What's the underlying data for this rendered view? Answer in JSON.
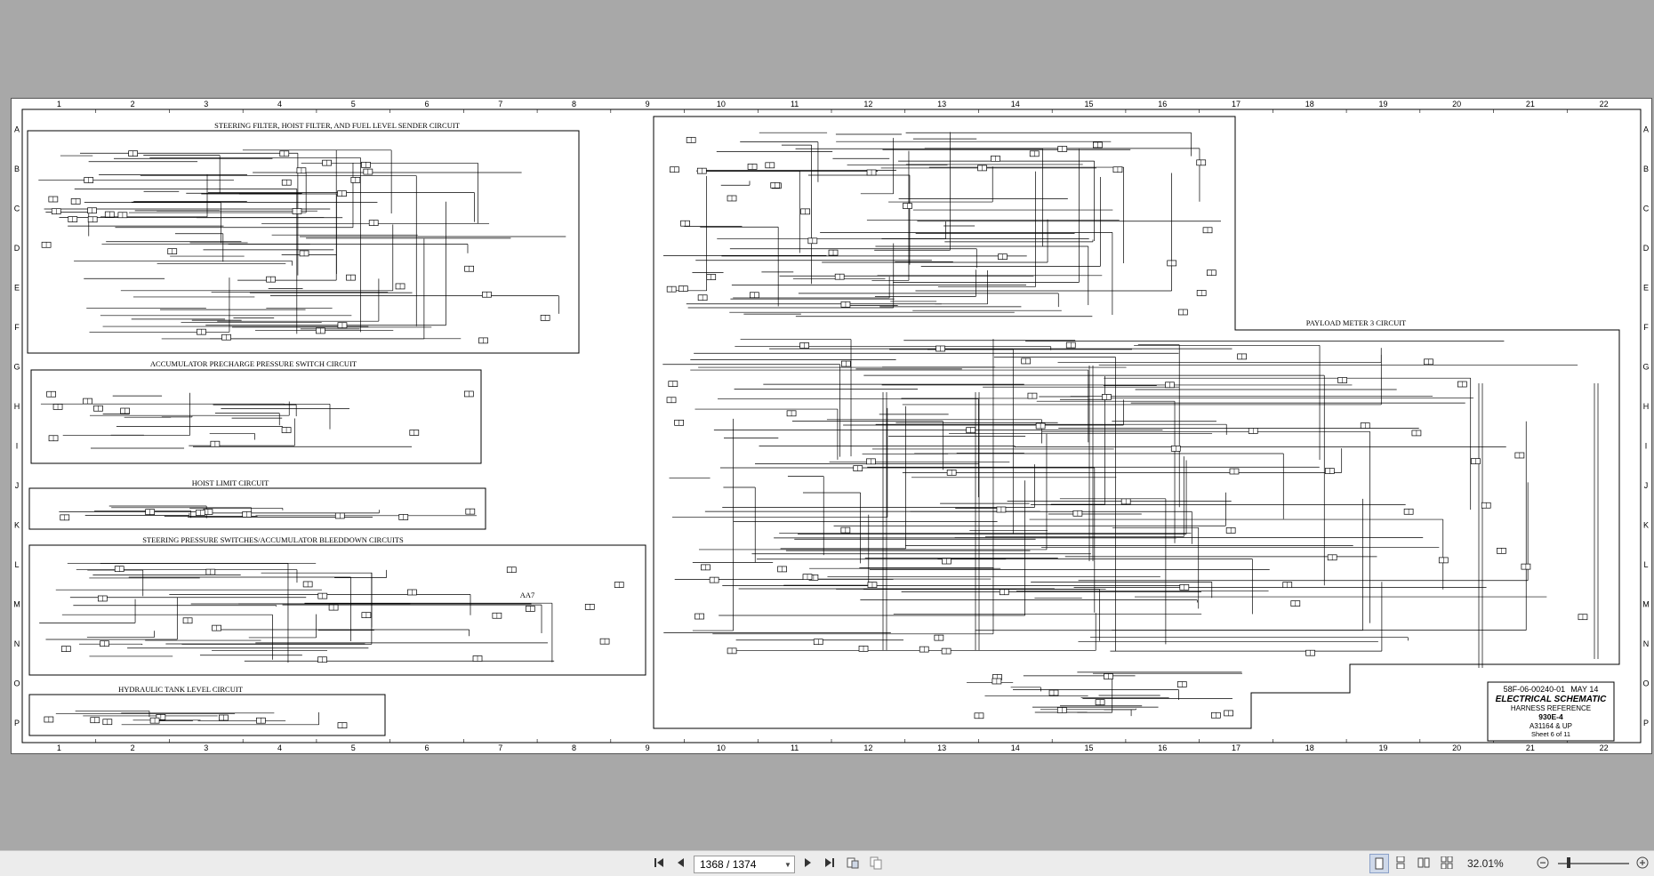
{
  "sheet": {
    "grid_columns": [
      "1",
      "2",
      "3",
      "4",
      "5",
      "6",
      "7",
      "8",
      "9",
      "10",
      "11",
      "12",
      "13",
      "14",
      "15",
      "16",
      "17",
      "18",
      "19",
      "20",
      "21",
      "22"
    ],
    "grid_rows": [
      "A",
      "B",
      "C",
      "D",
      "E",
      "F",
      "G",
      "H",
      "I",
      "J",
      "K",
      "L",
      "M",
      "N",
      "O",
      "P"
    ],
    "sections": {
      "steering_filter": "STEERING FILTER, HOIST FILTER, AND FUEL LEVEL SENDER CIRCUIT",
      "accumulator": "ACCUMULATOR PRECHARGE PRESSURE SWITCH CIRCUIT",
      "hoist_limit": "HOIST LIMIT CIRCUIT",
      "steering_pressure": "STEERING PRESSURE SWITCHES/ACCUMULATOR BLEEDDOWN CIRCUITS",
      "hydraulic_tank": "HYDRAULIC TANK LEVEL CIRCUIT",
      "payload_meter": "PAYLOAD METER 3 CIRCUIT"
    },
    "component_label": "AA7",
    "title_block": {
      "doc_number": "58F-06-00240-01",
      "date": "MAY 14",
      "title": "ELECTRICAL SCHEMATIC",
      "subtitle": "HARNESS REFERENCE",
      "model": "930E-4",
      "serial": "A31164 & UP",
      "sheet": "Sheet 6 of 11"
    }
  },
  "toolbar": {
    "page_indicator": "1368 / 1374",
    "zoom": "32.01%",
    "icons": [
      "first-page-icon",
      "prev-page-icon",
      "next-page-icon",
      "last-page-icon",
      "rotate-icon",
      "copy-icon",
      "single-page-icon",
      "continuous-icon",
      "two-page-icon",
      "two-page-continuous-icon",
      "zoom-out-icon",
      "zoom-in-icon"
    ]
  }
}
